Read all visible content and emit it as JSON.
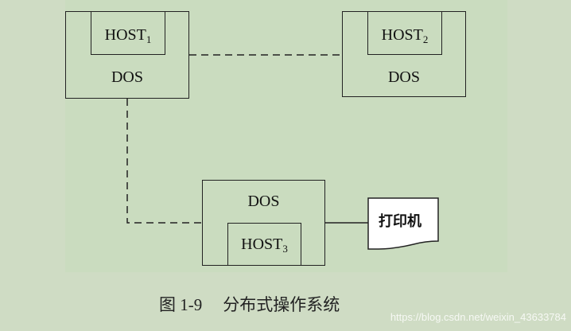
{
  "diagram": {
    "host1": {
      "outer_label": "DOS",
      "inner_label": "HOST",
      "inner_sub": "1"
    },
    "host2": {
      "outer_label": "DOS",
      "inner_label": "HOST",
      "inner_sub": "2"
    },
    "host3": {
      "outer_label": "DOS",
      "inner_label": "HOST",
      "inner_sub": "3"
    },
    "printer_label": "打印机"
  },
  "caption": {
    "number": "图 1-9",
    "title": "分布式操作系统"
  },
  "watermark": "https://blog.csdn.net/weixin_43633784"
}
